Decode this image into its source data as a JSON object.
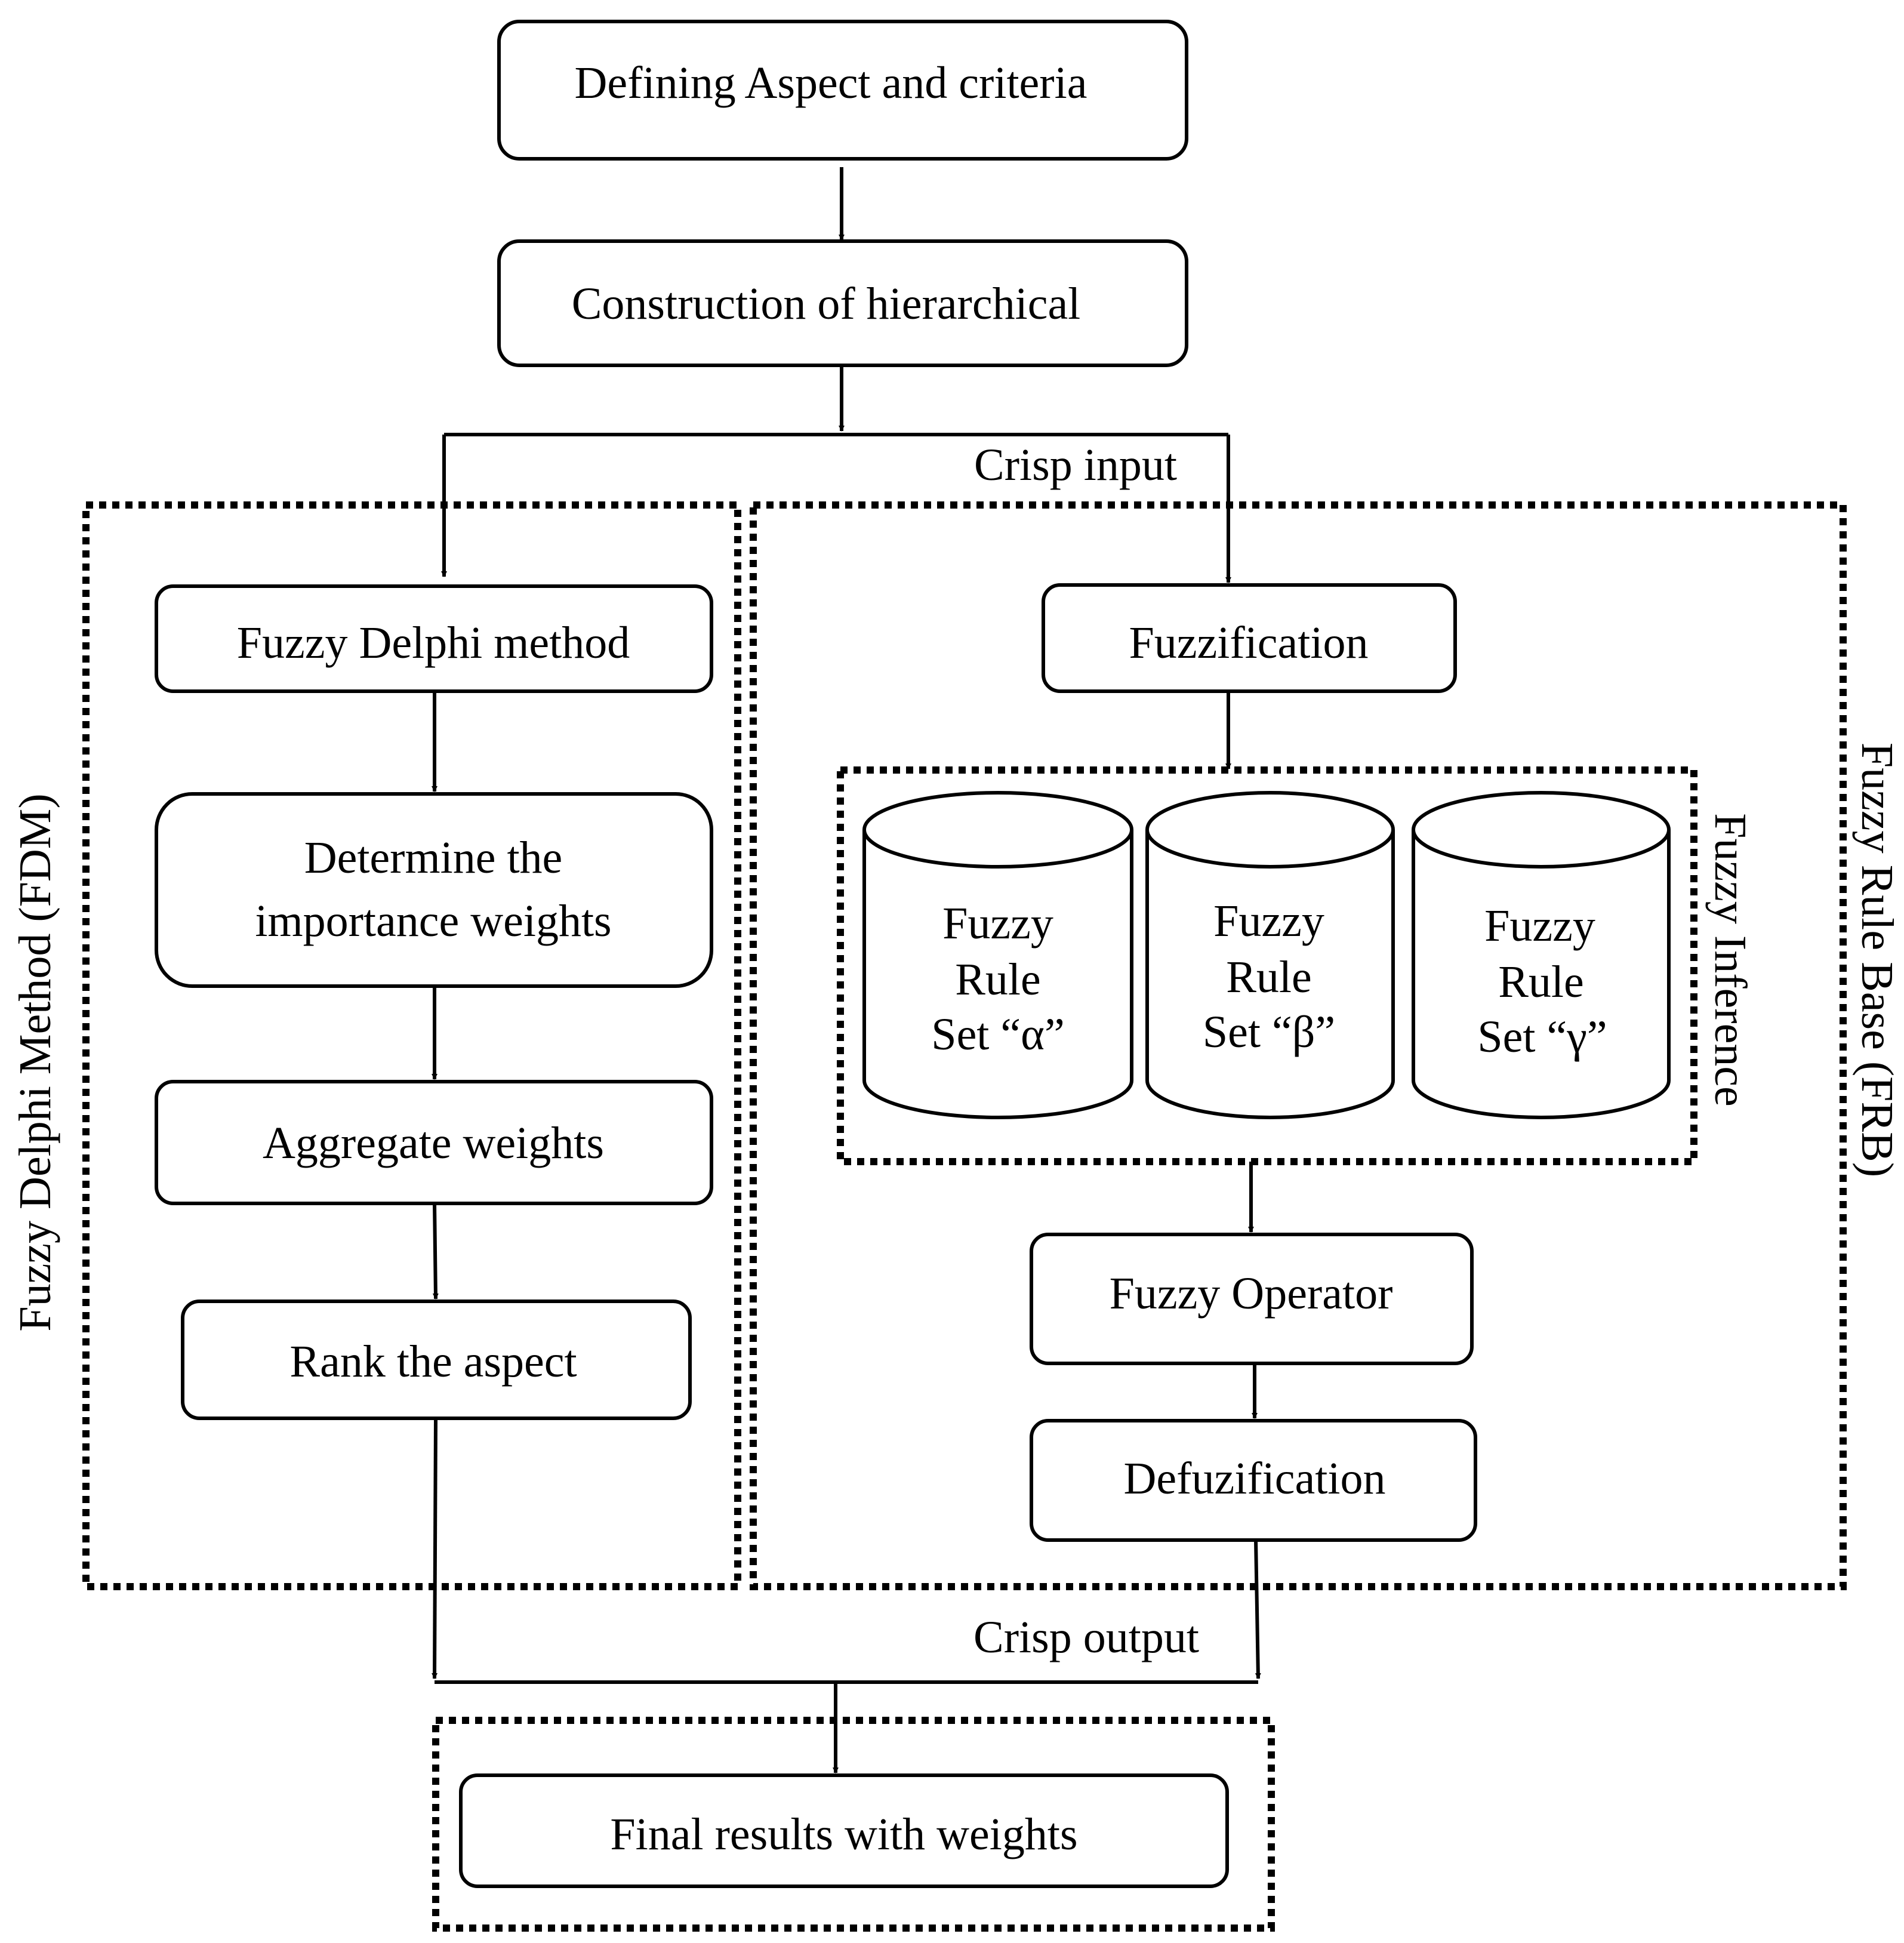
{
  "nodes": {
    "define_aspect": "Defining Aspect and criteria",
    "construct_hierarchy": "Construction of hierarchical",
    "fuzzy_delphi": "Fuzzy Delphi method",
    "determine_weights_line1": "Determine the",
    "determine_weights_line2": "importance weights",
    "aggregate_weights": "Aggregate  weights",
    "rank_aspect": "Rank the aspect",
    "fuzzification": "Fuzzification",
    "rule_set_alpha": {
      "line1": "Fuzzy",
      "line2": "Rule",
      "line3": "Set “α”"
    },
    "rule_set_beta": {
      "line1": "Fuzzy",
      "line2": "Rule",
      "line3": "Set “β”"
    },
    "rule_set_gamma": {
      "line1": "Fuzzy",
      "line2": "Rule",
      "line3": "Set “γ”"
    },
    "fuzzy_operator": "Fuzzy Operator",
    "defuzzification": "Defuzification",
    "final_results": "Final results with weights"
  },
  "edge_labels": {
    "crisp_input": "Crisp input",
    "crisp_output": "Crisp output"
  },
  "groups": {
    "fdm": "Fuzzy Delphi Method (FDM)",
    "frb": "Fuzzy Rule Base (FRB)",
    "inference": "Fuzzy Inference"
  }
}
